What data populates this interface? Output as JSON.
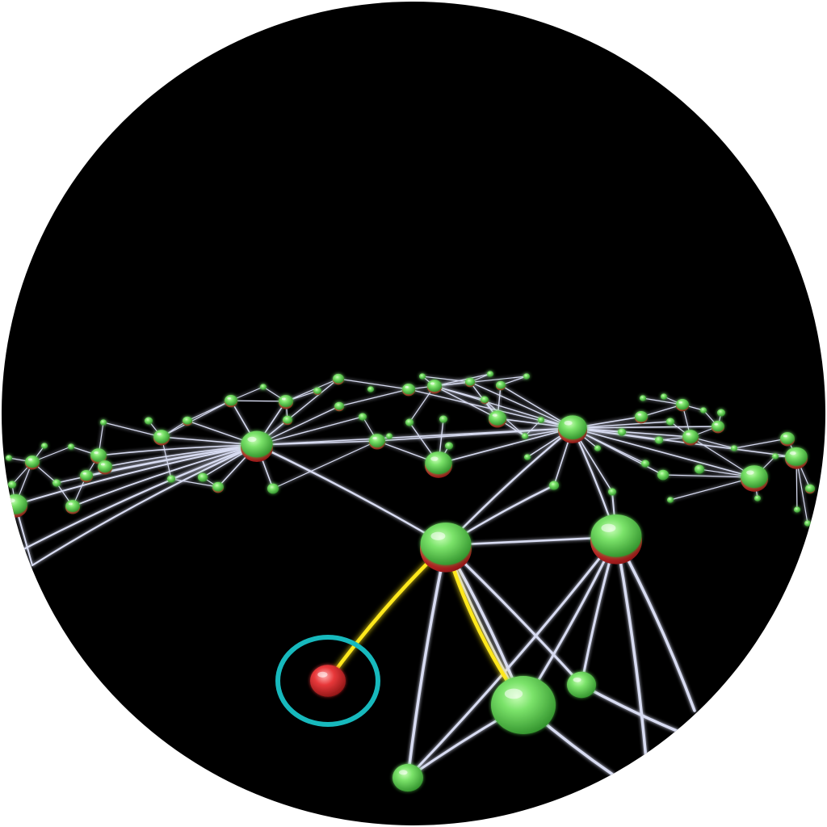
{
  "scene": {
    "background": "#000000",
    "surround": "#ffffff",
    "node_colors": {
      "healthy": "#7be36a",
      "failing": "#e8383a"
    },
    "edge_color": "#d8dcf2",
    "highlight_path_color": "#ffe81a",
    "selection_ring_color": "#17b9bd"
  },
  "network": {
    "selected_node": "red-node",
    "highlighted_path": [
      "red-node",
      "hub-left",
      "node-bottom-right-big"
    ]
  }
}
